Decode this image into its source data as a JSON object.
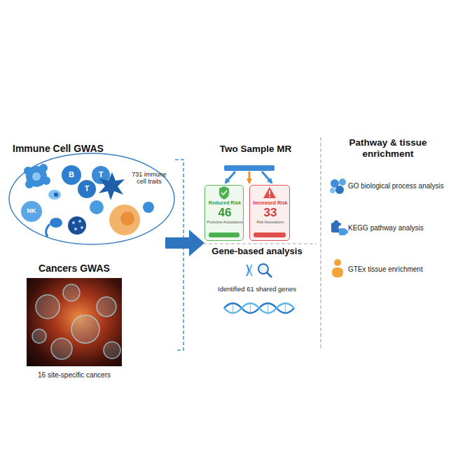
{
  "diagram": {
    "nodes": [
      {
        "text": [
          "Immune Cell GWAS",
          "731 immune cell traits"
        ]
      },
      {
        "text": [
          "Cancers GWAS",
          "16 site-specific cancers"
        ]
      },
      {
        "text": [
          "Reduced Risk",
          "46",
          "Protective Associations"
        ]
      },
      {
        "text": [
          "Increased Risk",
          "33",
          "Risk Associations"
        ]
      }
    ],
    "labels": [
      "B",
      "T",
      "T",
      "NK",
      "Two Sample MR",
      "Gene-based analysis",
      "Identified 61 shared genes",
      "Pathway & tissue enrichment",
      "GO biological process analysis",
      "KEGG pathway analysis",
      "GTEx tissue enrichment"
    ]
  }
}
